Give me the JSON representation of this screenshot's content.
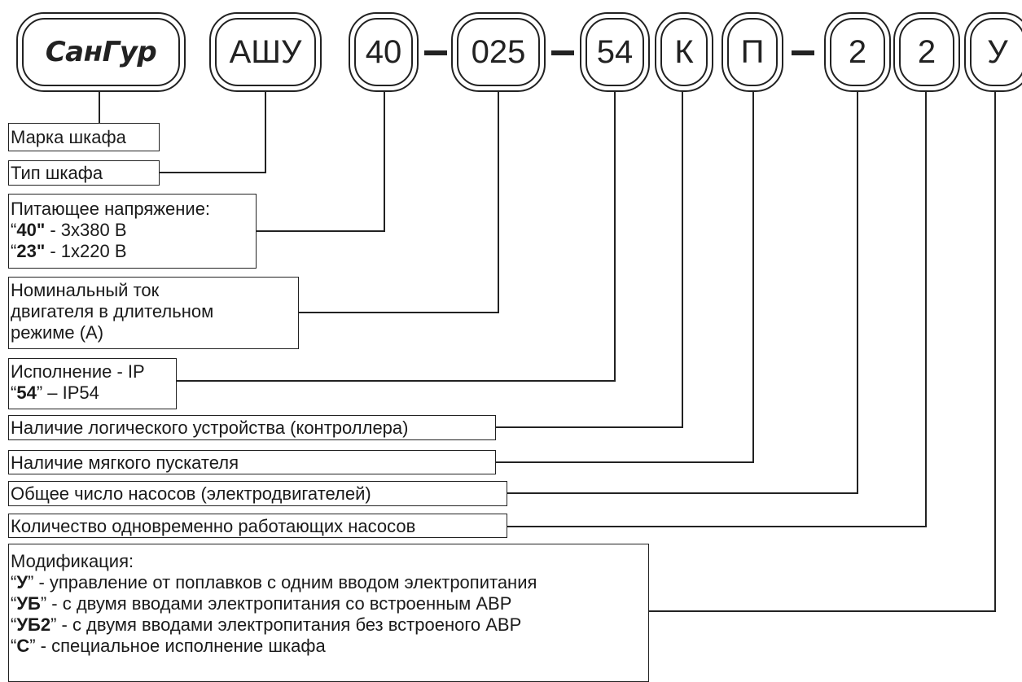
{
  "code": {
    "brand": "СанГур",
    "type": "АШУ",
    "voltage": "40",
    "current": "025",
    "protection": "54",
    "controller": "К",
    "softstart": "П",
    "pumps_total": "2",
    "pumps_working": "2",
    "modification": "У",
    "separator": "–"
  },
  "labels": {
    "brand": "Марка шкафа",
    "type": "Тип шкафа",
    "voltage": {
      "title": "Питающее напряжение:",
      "lines": [
        {
          "q1": "“",
          "code": "40",
          "q2": "\"",
          "text": " - 3х380 В"
        },
        {
          "q1": "“",
          "code": "23",
          "q2": "\"",
          "text": " - 1х220 В"
        }
      ]
    },
    "current": [
      "Номинальный ток",
      "двигателя в длительном",
      "режиме (А)"
    ],
    "protection": {
      "title": "Исполнение - IP",
      "line": {
        "q1": "“",
        "code": "54",
        "q2": "”",
        "text": " – IP54"
      }
    },
    "controller": "Наличие логического устройства (контроллера)",
    "softstart": "Наличие мягкого пускателя",
    "pumps_total": "Общее число насосов (электродвигателей)",
    "pumps_working": "Количество одновременно работающих насосов",
    "modification": {
      "title": "Модификация:",
      "lines": [
        {
          "q1": "“",
          "code": "У",
          "q2": "”",
          "text": " - управление от поплавков с одним вводом электропитания"
        },
        {
          "q1": "“",
          "code": "УБ",
          "q2": "”",
          "text": " - с двумя вводами электропитания со встроенным АВР"
        },
        {
          "q1": "“",
          "code": "УБ2",
          "q2": "”",
          "text": " - с двумя вводами электропитания без встроеного АВР"
        },
        {
          "q1": "“",
          "code": "С",
          "q2": "”",
          "text": " - специальное исполнение шкафа"
        }
      ]
    }
  }
}
